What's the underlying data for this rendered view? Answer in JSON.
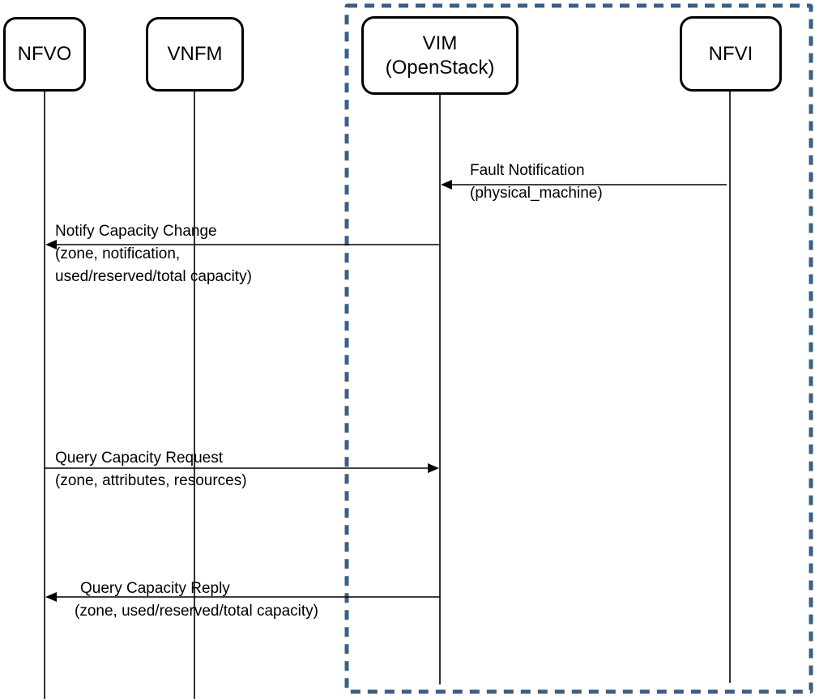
{
  "diagram": {
    "type": "sequence-diagram",
    "actors": [
      {
        "id": "nfvo",
        "label": "NFVO"
      },
      {
        "id": "vnfm",
        "label": "VNFM"
      },
      {
        "id": "vim",
        "label_line1": "VIM",
        "label_line2": "(OpenStack)"
      },
      {
        "id": "nfvi",
        "label": "NFVI"
      }
    ],
    "boundary": {
      "contains": [
        "VIM (OpenStack)",
        "NFVI"
      ]
    },
    "messages": [
      {
        "from": "NFVI",
        "to": "VIM (OpenStack)",
        "line1": "Fault Notification",
        "line2": "(physical_machine)"
      },
      {
        "from": "VIM (OpenStack)",
        "to": "NFVO",
        "line1": "Notify Capacity Change",
        "line2": "(zone, notification,",
        "line3": "used/reserved/total capacity)"
      },
      {
        "from": "NFVO",
        "to": "VIM (OpenStack)",
        "line1": "Query Capacity Request",
        "line2": "(zone, attributes, resources)"
      },
      {
        "from": "VIM (OpenStack)",
        "to": "NFVO",
        "line1": "Query Capacity Reply",
        "line2": "(zone, used/reserved/total capacity)"
      }
    ],
    "colors": {
      "boundary_dash": "#3a6087",
      "line": "#000000",
      "box_border": "#000000",
      "text": "#000000",
      "background": "#ffffff"
    }
  }
}
